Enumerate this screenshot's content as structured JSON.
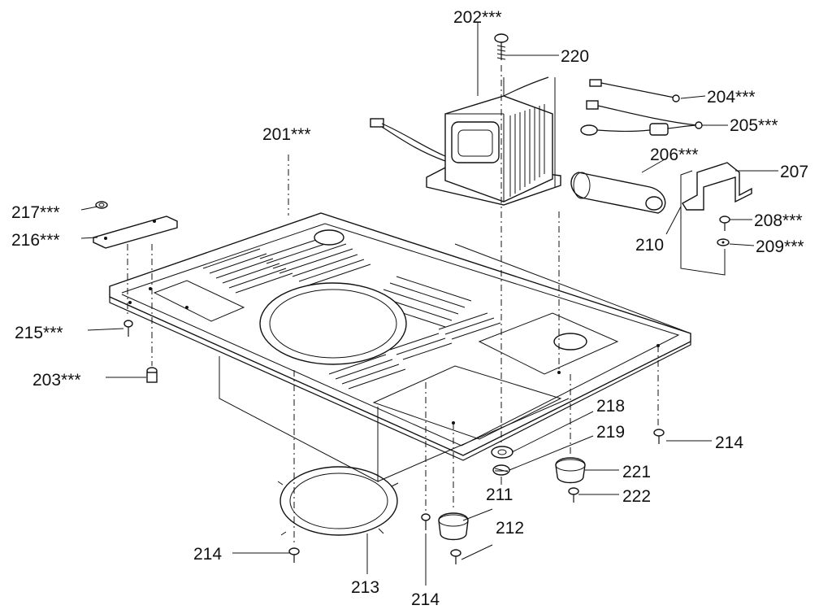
{
  "labels": {
    "l201": "201***",
    "l202": "202***",
    "l203": "203***",
    "l204": "204***",
    "l205": "205***",
    "l206": "206***",
    "l207": "207",
    "l208": "208***",
    "l209": "209***",
    "l210": "210",
    "l211": "211",
    "l212": "212",
    "l213": "213",
    "l214a": "214",
    "l214b": "214",
    "l214c": "214",
    "l215": "215***",
    "l216": "216***",
    "l217": "217***",
    "l218": "218",
    "l219": "219",
    "l220": "220",
    "l221": "221",
    "l222": "222"
  }
}
